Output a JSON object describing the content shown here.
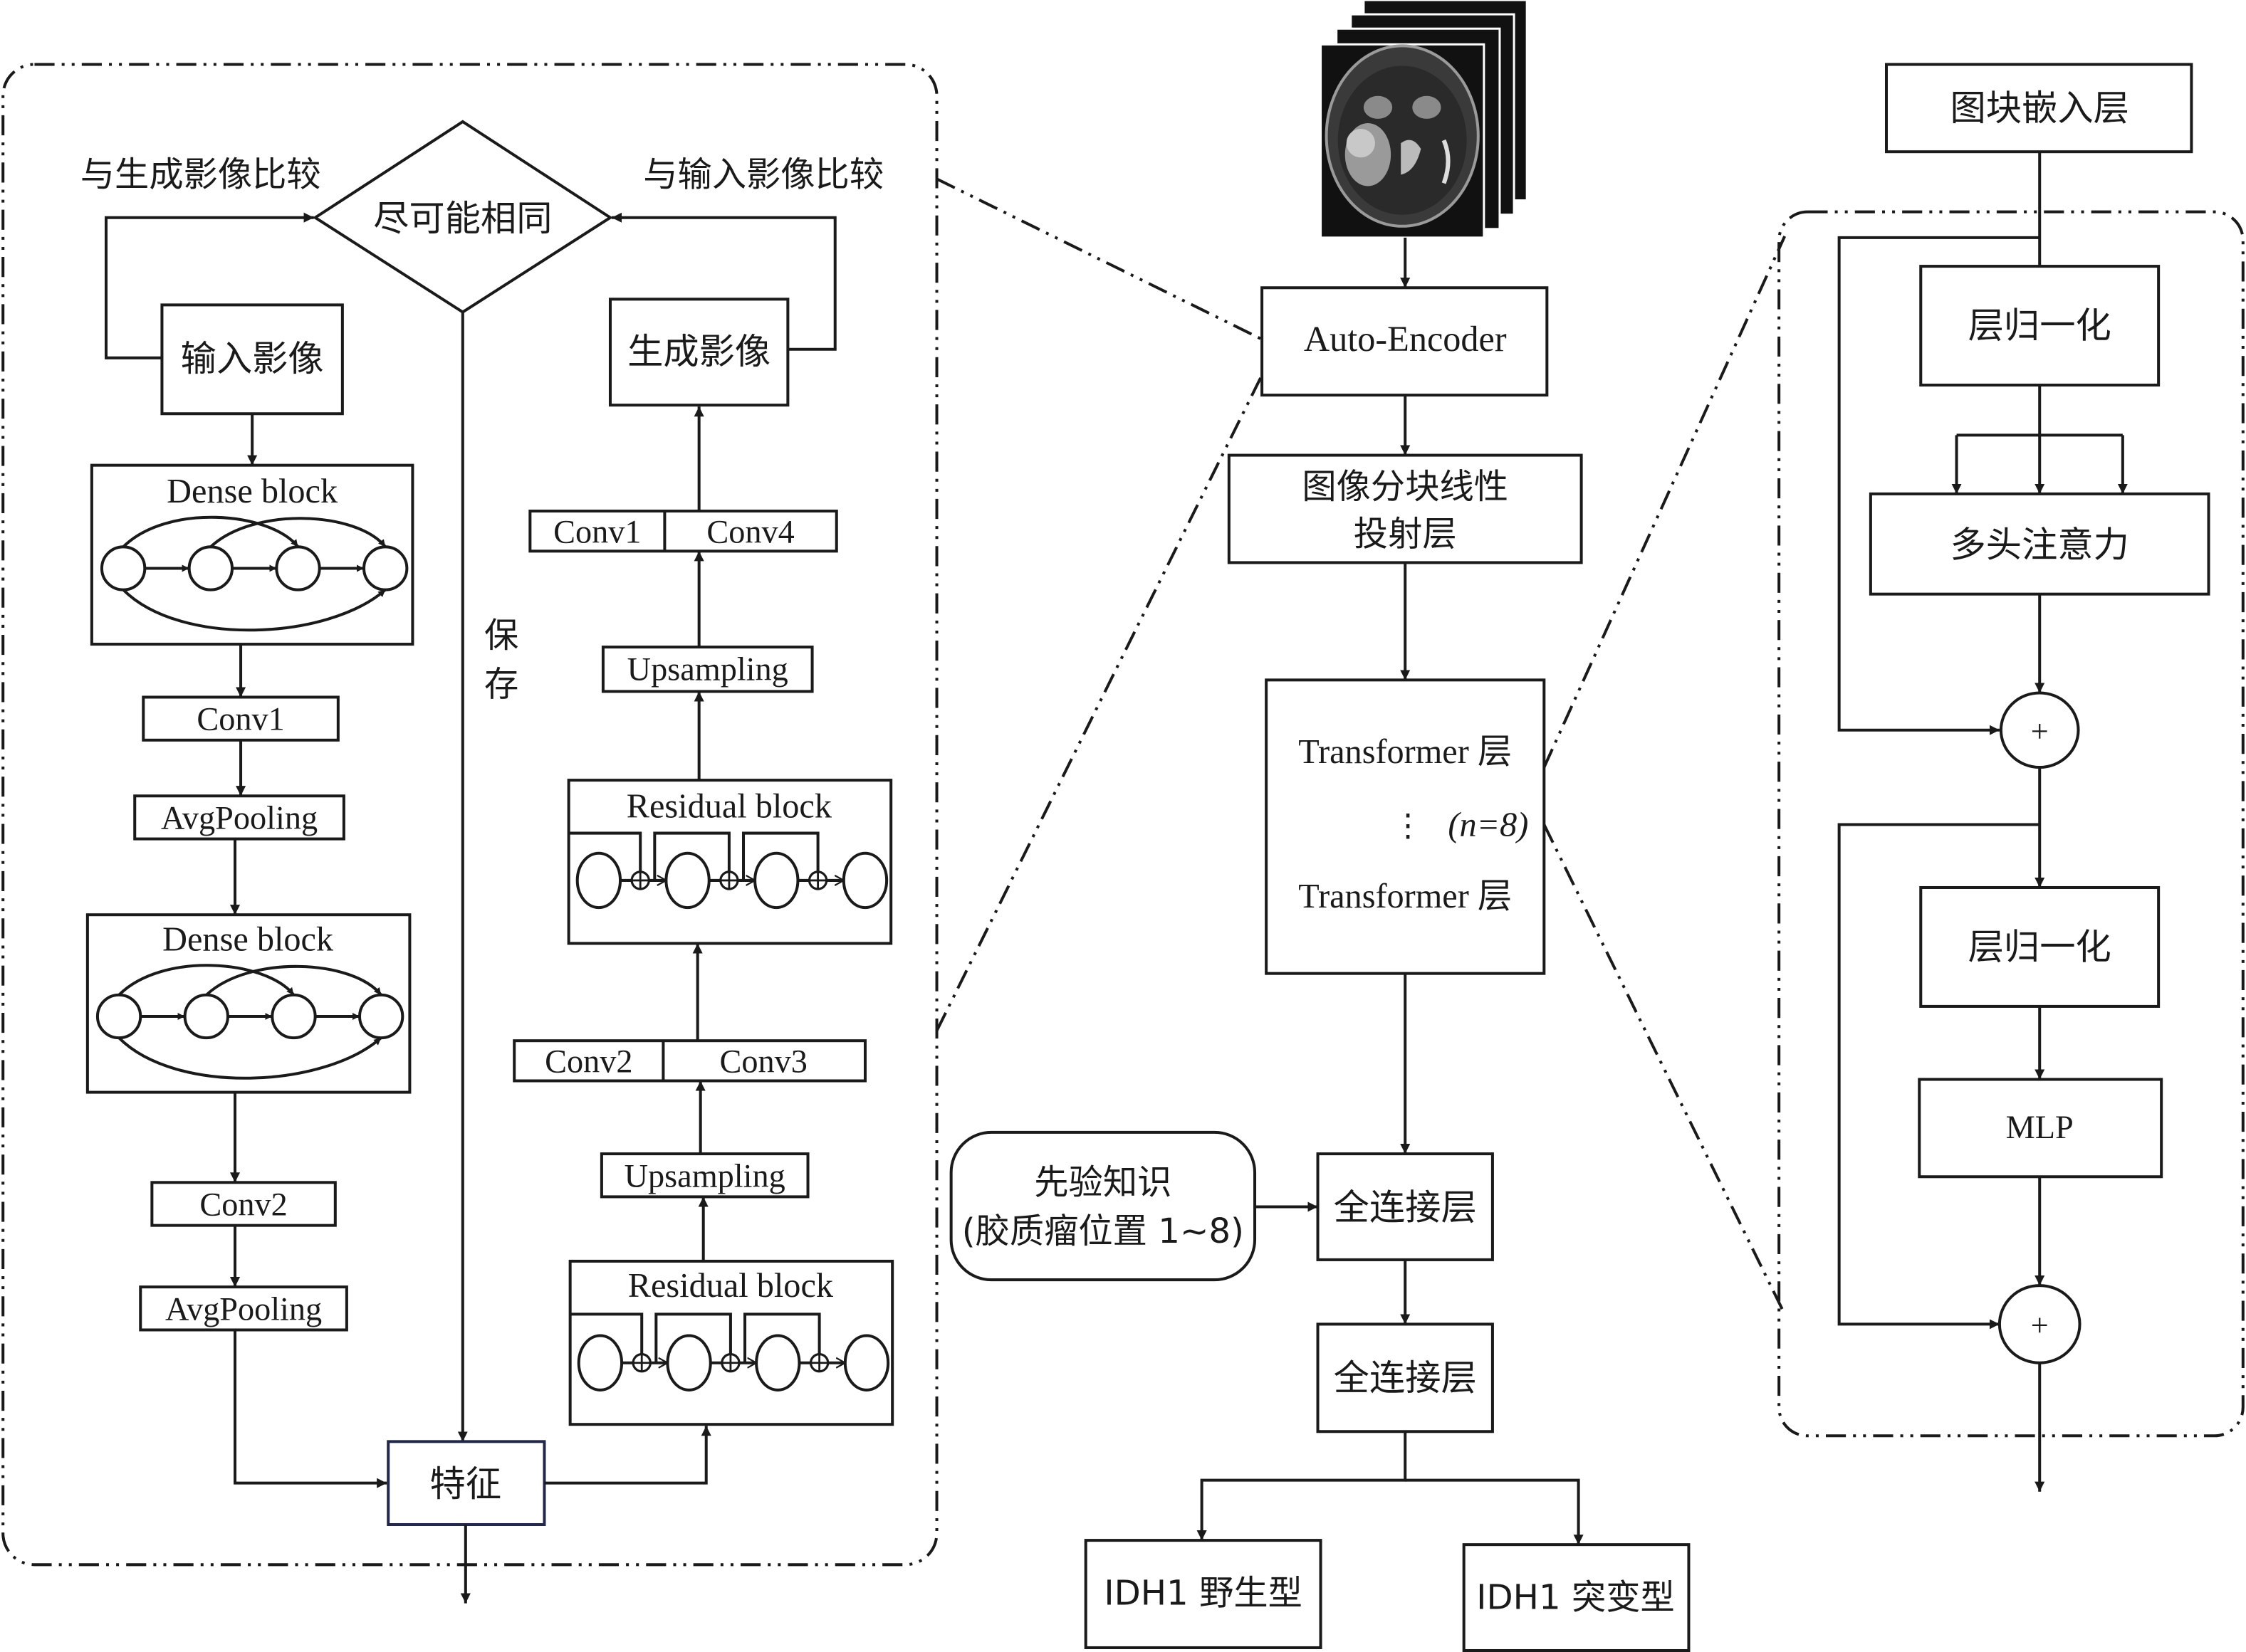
{
  "autoencoder_panel": {
    "decision": "尽可能相同",
    "compare_left": "与生成影像比较",
    "compare_right": "与输入影像比较",
    "input_image": "输入影像",
    "generated_image": "生成影像",
    "save_label_1": "保",
    "save_label_2": "存",
    "feature": "特征",
    "encoder": {
      "dense_block_1": "Dense block",
      "conv1": "Conv1",
      "avgpool_1": "AvgPooling",
      "dense_block_2": "Dense block",
      "conv2": "Conv2",
      "avgpool_2": "AvgPooling"
    },
    "decoder": {
      "residual_block_1": "Residual block",
      "upsampling_1": "Upsampling",
      "conv2": "Conv2",
      "conv3": "Conv3",
      "residual_block_2": "Residual block",
      "upsampling_2": "Upsampling",
      "conv1": "Conv1",
      "conv4": "Conv4"
    }
  },
  "main_pipeline": {
    "input_images": "MRI slices",
    "auto_encoder": "Auto-Encoder",
    "patch_projection_line1": "图像分块线性",
    "patch_projection_line2": "投射层",
    "transformer_top": "Transformer 层",
    "transformer_dots": "⋮",
    "transformer_count": "(n=8)",
    "transformer_bottom": "Transformer 层",
    "prior_line1": "先验知识",
    "prior_line2": "(胶质瘤位置 1~8)",
    "fc_1": "全连接层",
    "fc_2": "全连接层",
    "output_wild": "IDH1 野生型",
    "output_mutant": "IDH1 突变型"
  },
  "transformer_panel": {
    "patch_embedding": "图块嵌入层",
    "layer_norm_1": "层归一化",
    "multi_head_attention": "多头注意力",
    "add_1": "+",
    "layer_norm_2": "层归一化",
    "mlp": "MLP",
    "add_2": "+"
  }
}
